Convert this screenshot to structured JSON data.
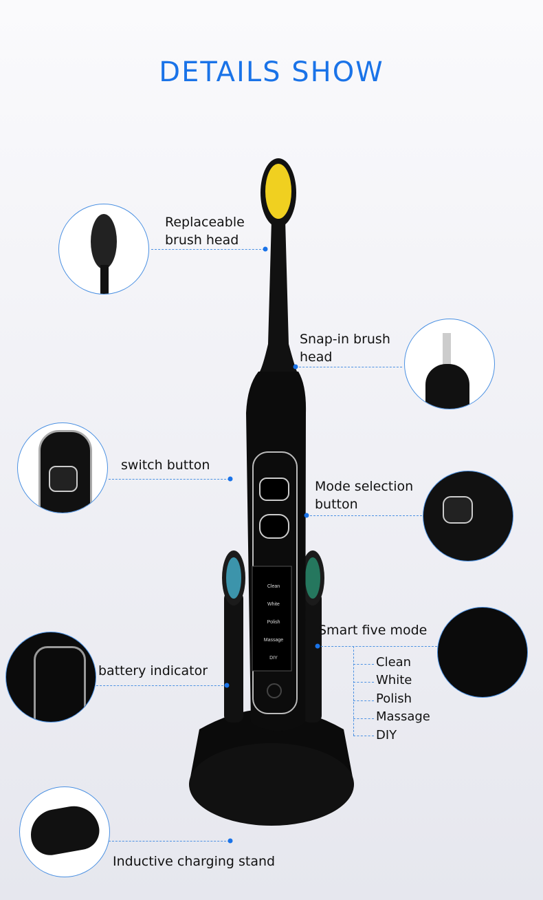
{
  "title": "DETAILS SHOW",
  "labels": {
    "brush_head": [
      "Replaceable",
      "brush head"
    ],
    "snap_in": [
      "Snap-in brush",
      "head"
    ],
    "switch": "switch button",
    "mode": [
      "Mode selection",
      "button"
    ],
    "smart": "Smart five mode",
    "battery": "battery indicator",
    "stand": "Inductive charging stand"
  },
  "modes": [
    "Clean",
    "White",
    "Polish",
    "Massage",
    "DIY"
  ],
  "colors": {
    "accent": "#1a73e8"
  }
}
